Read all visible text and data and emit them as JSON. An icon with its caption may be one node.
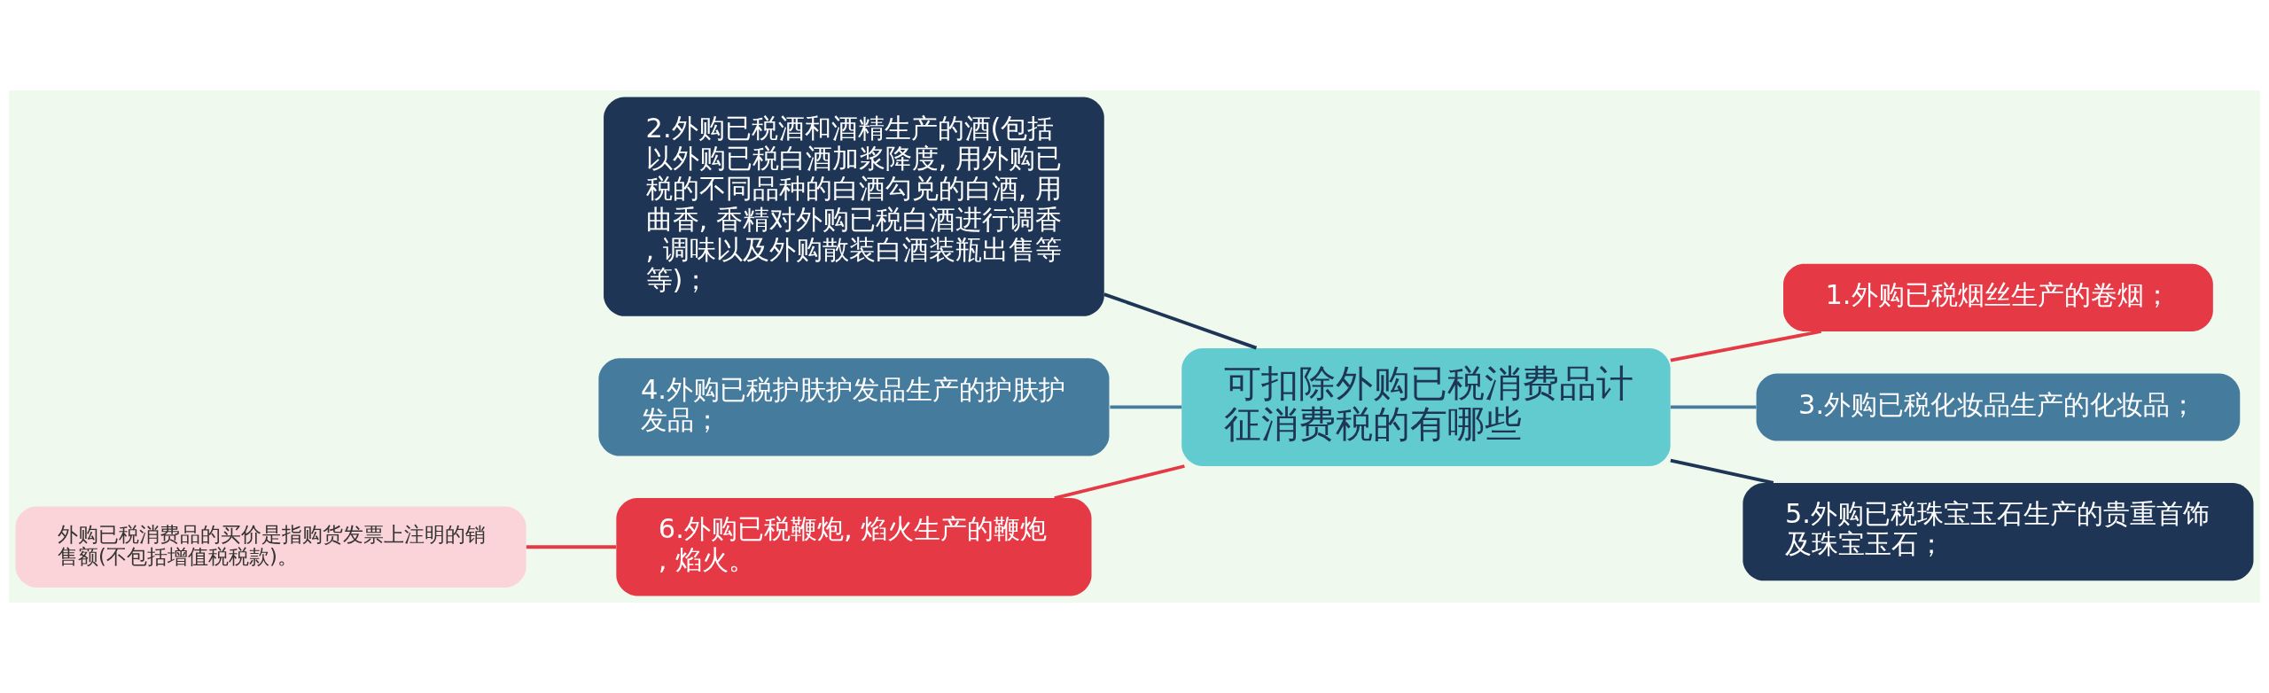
{
  "diagram": {
    "nodes": [
      {
        "text": [
          "可扣除外购已税消费品计征消费税的有哪些"
        ]
      },
      {
        "text": [
          "1.外购已税烟丝生产的卷烟；"
        ]
      },
      {
        "text": [
          "2.外购已税酒和酒精生产的酒(包括以外购已税白酒加浆降度, 用外购已税的不同品种的白酒勾兑的白酒, 用曲香, 香精对外购已税白酒进行调香, 调味以及外购散装白酒装瓶出售等等)；"
        ]
      },
      {
        "text": [
          "3.外购已税化妆品生产的化妆品；"
        ]
      },
      {
        "text": [
          "4.外购已税护肤护发品生产的护肤护发品；"
        ]
      },
      {
        "text": [
          "5.外购已税珠宝玉石生产的贵重首饰及珠宝玉石；"
        ]
      },
      {
        "text": [
          "6.外购已税鞭炮, 焰火生产的鞭炮, 焰火。"
        ]
      },
      {
        "text": [
          "外购已税消费品的买价是指购货发票上注明的销售额(不包括增值税税款)。"
        ]
      }
    ],
    "edges": [
      {
        "from": 2,
        "to": 0,
        "arrow": "none",
        "color": "#1e3556"
      },
      {
        "from": 4,
        "to": 0,
        "arrow": "none",
        "color": "#457b9d"
      },
      {
        "from": 6,
        "to": 0,
        "arrow": "none"
      },
      {
        "from": 7,
        "to": 6,
        "arrow": "none"
      },
      {
        "from": 0,
        "to": 1,
        "arrow": "none"
      },
      {
        "from": 0,
        "to": 3,
        "arrow": "none",
        "color": "#457b9d"
      },
      {
        "from": 0,
        "to": 5,
        "arrow": "none",
        "color": "#1e3556"
      }
    ]
  }
}
